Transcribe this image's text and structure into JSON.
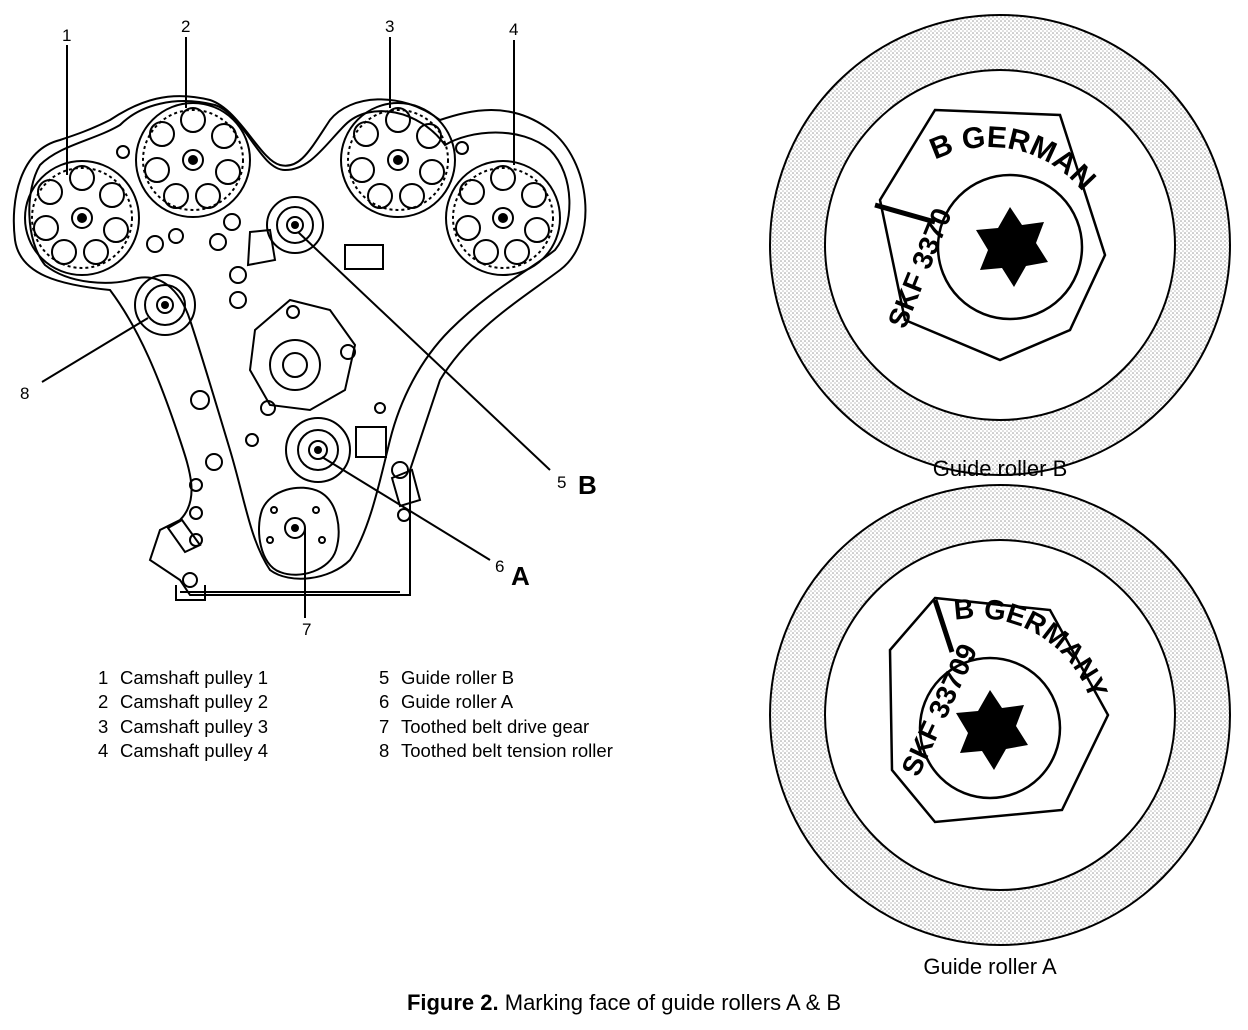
{
  "callouts": {
    "c1": "1",
    "c2": "2",
    "c3": "3",
    "c4": "4",
    "c5": "5",
    "c5_letter": "B",
    "c6": "6",
    "c6_letter": "A",
    "c7": "7",
    "c8": "8"
  },
  "legend": {
    "left": [
      {
        "num": "1",
        "label": "Camshaft pulley 1"
      },
      {
        "num": "2",
        "label": "Camshaft pulley 2"
      },
      {
        "num": "3",
        "label": "Camshaft pulley 3"
      },
      {
        "num": "4",
        "label": "Camshaft pulley 4"
      }
    ],
    "right": [
      {
        "num": "5",
        "label": "Guide roller B"
      },
      {
        "num": "6",
        "label": "Guide roller A"
      },
      {
        "num": "7",
        "label": "Toothed belt drive gear"
      },
      {
        "num": "8",
        "label": "Toothed belt tension roller"
      }
    ]
  },
  "roller_b": {
    "caption": "Guide roller B",
    "marking_top": "B GERMANY",
    "marking_side": "SKF 3370"
  },
  "roller_a": {
    "caption": "Guide roller A",
    "marking_top": "B GERMANY",
    "marking_side": "SKF 33709"
  },
  "figure": {
    "number": "Figure 2.",
    "title": "Marking face of guide rollers A & B"
  }
}
